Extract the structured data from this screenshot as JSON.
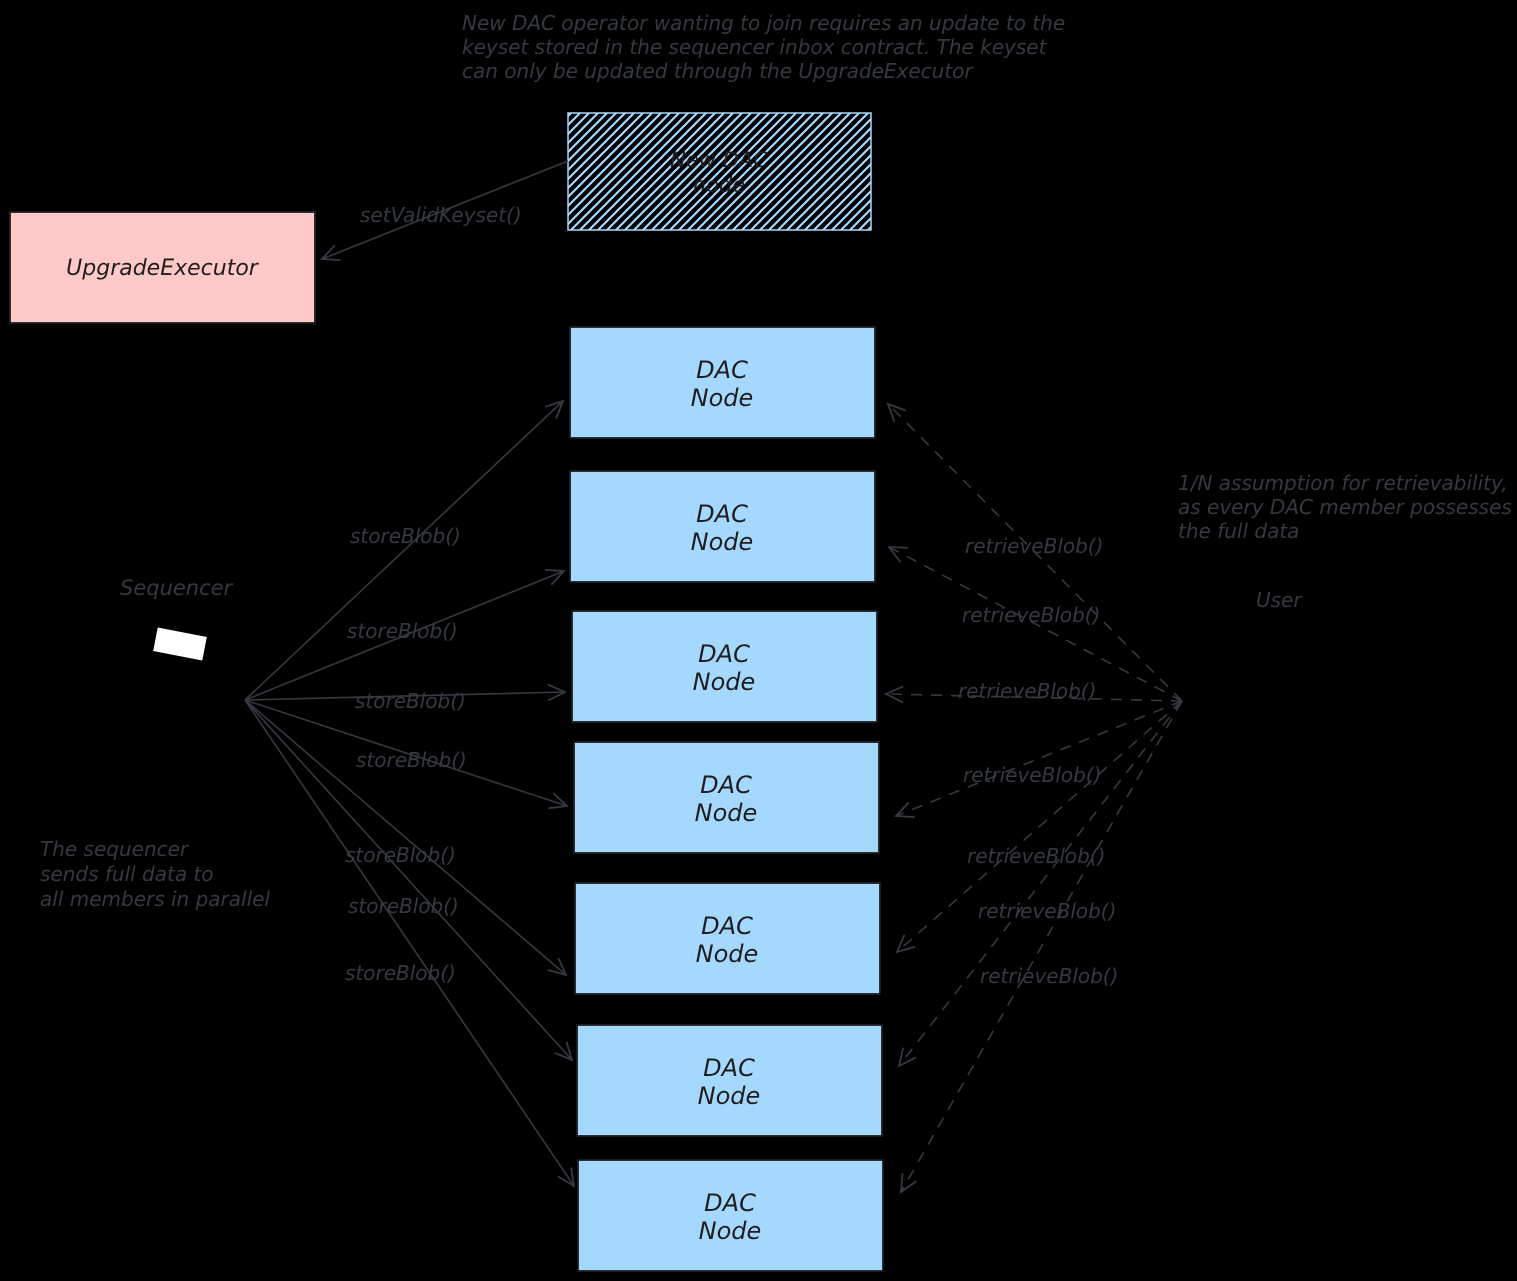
{
  "colors": {
    "background": "#000000",
    "ink": "#343a40",
    "box_ink": "#1e1e1e",
    "dac_node_fill": "#a5d8ff",
    "upgrade_executor_fill": "#ffc9c9",
    "hatch_stroke": "#a5d8ff",
    "sequencer_shape_fill": "#ffffff"
  },
  "notes": {
    "top": [
      "New DAC operator wanting to join requires an update to the",
      "keyset stored in the sequencer inbox contract. The keyset",
      "can only be updated through the UpgradeExecutor"
    ],
    "right": [
      "1/N assumption for retrievability,",
      "as every DAC member possesses",
      "the full data"
    ],
    "left": [
      "The sequencer",
      "sends full data to",
      "all members in parallel"
    ]
  },
  "labels": {
    "upgrade_executor": "UpgradeExecutor",
    "new_dac_node_line1": "New DAC",
    "new_dac_node_line2": "node",
    "dac_node_line1": "DAC",
    "dac_node_line2": "Node",
    "set_valid_keyset": "setValidKeyset()",
    "store_blob": "storeBlob()",
    "retrieve_blob": "retrieveBlob()",
    "sequencer": "Sequencer",
    "user": "User"
  },
  "structure": {
    "dac_node_count": 7,
    "store_blob_arrow_count": 7,
    "retrieve_blob_arrow_count": 7
  }
}
